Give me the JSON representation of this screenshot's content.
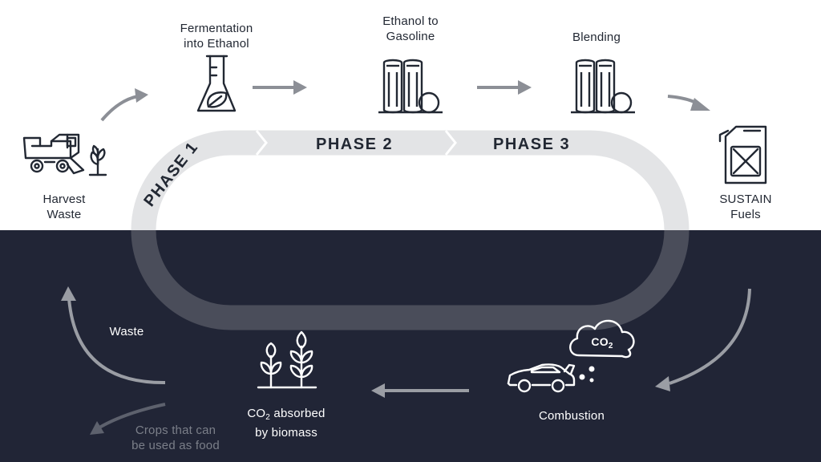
{
  "colors": {
    "dark_bg": "#212536",
    "light_bg": "#ffffff",
    "ring_light": "#e3e4e6",
    "ring_dark": "#4a4d5a",
    "ink": "#222833",
    "arrow_light": "#8c8f96",
    "arrow_dark": "#9a9da4"
  },
  "phases": {
    "phase1": "PHASE 1",
    "phase2": "PHASE 2",
    "phase3": "PHASE 3"
  },
  "steps": {
    "harvest": {
      "line1": "Harvest",
      "line2": "Waste",
      "icon": "harvester-icon"
    },
    "fermentation": {
      "line1": "Fermentation",
      "line2": "into Ethanol",
      "icon": "flask-leaf-icon"
    },
    "ethanol_gasoline": {
      "line1": "Ethanol to",
      "line2": "Gasoline",
      "icon": "refinery-icon"
    },
    "blending": {
      "line1": "Blending",
      "icon": "refinery-icon"
    },
    "sustain": {
      "line1": "SUSTAIN",
      "line2": "Fuels",
      "icon": "jerrycan-icon"
    },
    "combustion": {
      "line1": "Combustion",
      "icon": "car-exhaust-icon",
      "cloud_text": "CO",
      "cloud_sub": "2"
    },
    "biomass": {
      "co": "CO",
      "sub": "2",
      "line1_rest": " absorbed",
      "line2": "by biomass",
      "icon": "plants-icon"
    },
    "waste": {
      "line1": "Waste"
    },
    "crops": {
      "line1": "Crops that can",
      "line2": "be used as food"
    }
  }
}
